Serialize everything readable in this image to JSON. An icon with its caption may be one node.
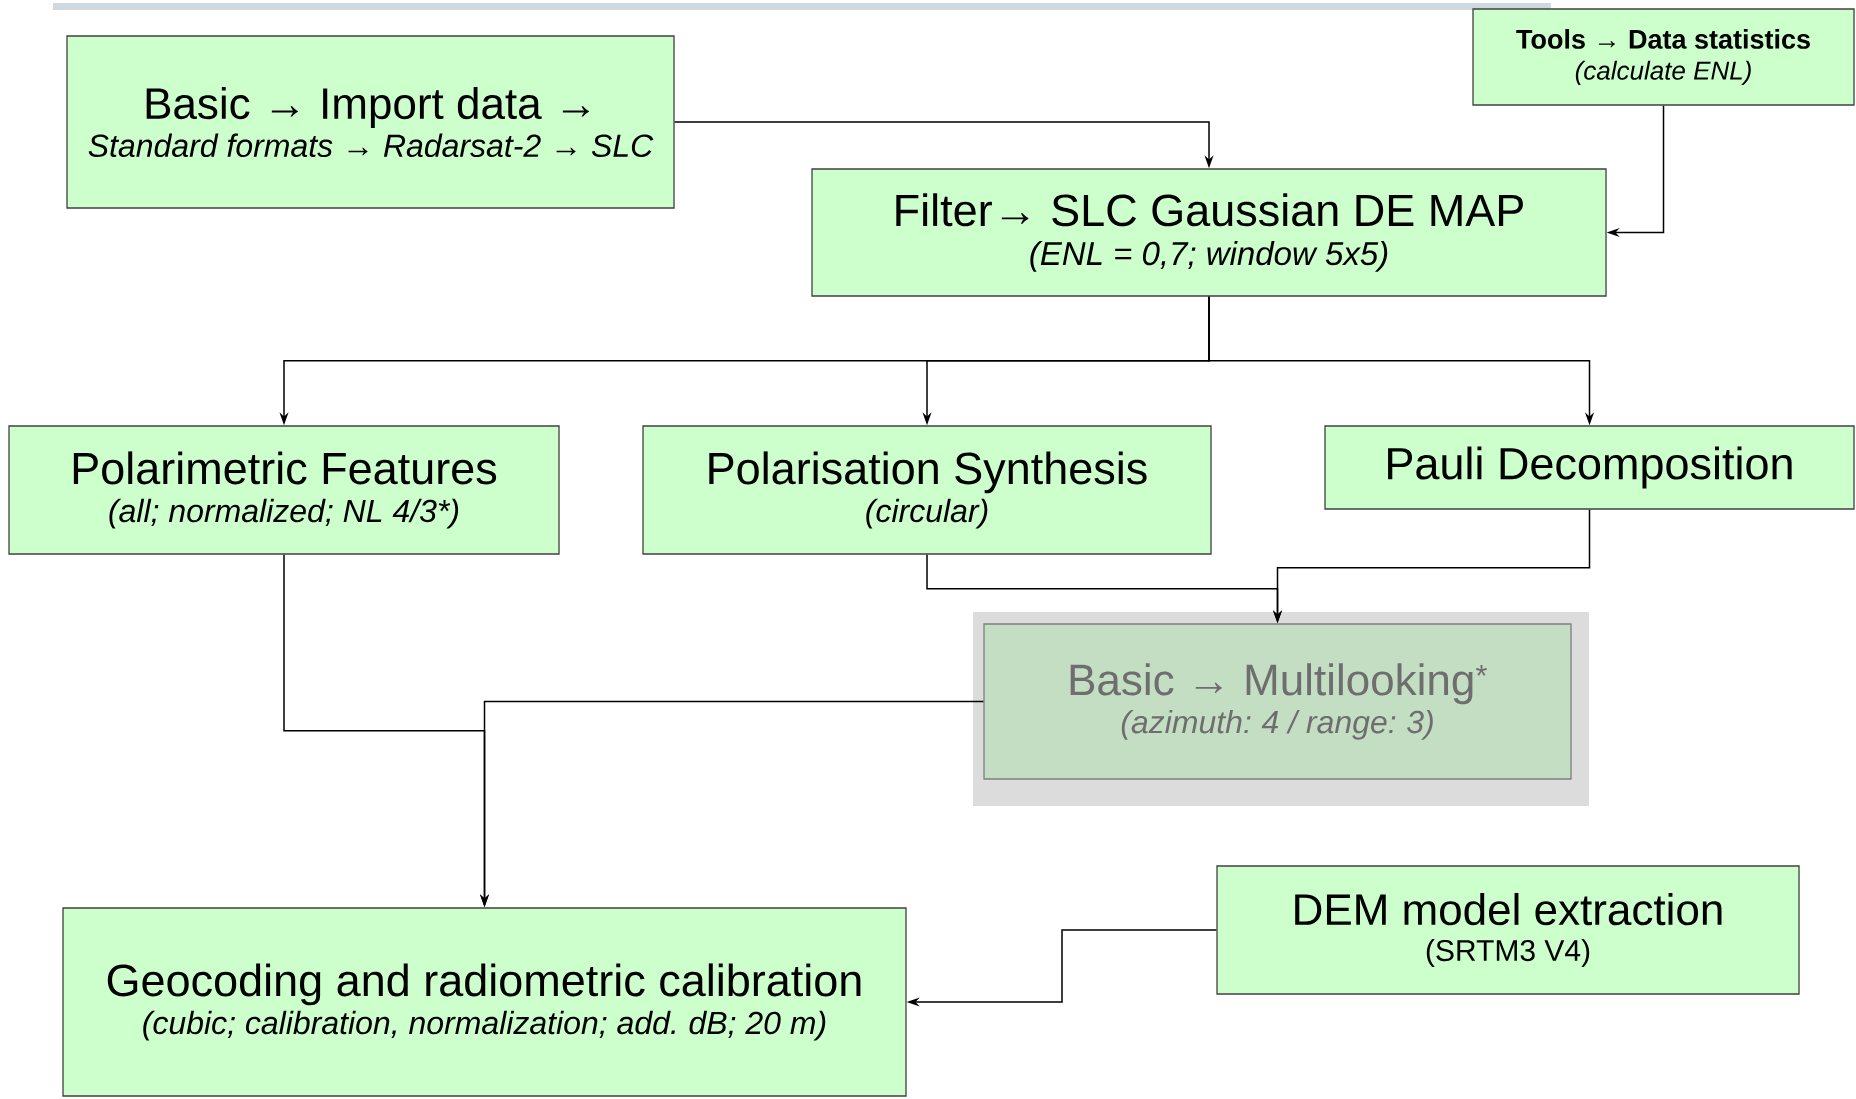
{
  "diagram": {
    "nodes": [
      {
        "text": [
          "Basic → Import data →",
          "Standard formats → Radarsat-2 → SLC"
        ]
      },
      {
        "text": [
          "Tools → Data statistics",
          "(calculate ENL)"
        ]
      },
      {
        "text": [
          "Filter→ SLC Gaussian DE MAP",
          "(ENL = 0,7; window 5x5)"
        ]
      },
      {
        "text": [
          "Polarimetric Features",
          "(all; normalized; NL 4/3*)"
        ]
      },
      {
        "text": [
          "Polarisation Synthesis",
          "(circular)"
        ]
      },
      {
        "text": [
          "Pauli Decomposition"
        ]
      },
      {
        "text": [
          "Basic → Multilooking$^{*}$",
          "(azimuth: 4 / range: 3)"
        ]
      },
      {
        "text": [
          "DEM model extraction",
          "(SRTM3 V4)"
        ]
      },
      {
        "text": [
          "Geocoding and radiometric calibration",
          "(cubic; calibration, normalization; add. dB; 20 m)"
        ]
      }
    ],
    "edges": [
      {
        "from": 0,
        "to": 2,
        "arrow": "to"
      },
      {
        "from": 1,
        "to": 2,
        "arrow": "to"
      },
      {
        "from": 2,
        "to": 3,
        "arrow": "to"
      },
      {
        "from": 2,
        "to": 4,
        "arrow": "to"
      },
      {
        "from": 2,
        "to": 5,
        "arrow": "to"
      },
      {
        "from": 4,
        "to": 6,
        "arrow": "to"
      },
      {
        "from": 5,
        "to": 6,
        "arrow": "to"
      },
      {
        "from": 3,
        "to": 8,
        "arrow": "to"
      },
      {
        "from": 6,
        "to": 8,
        "arrow": "to"
      },
      {
        "from": 7,
        "to": 8,
        "arrow": "to"
      }
    ]
  }
}
